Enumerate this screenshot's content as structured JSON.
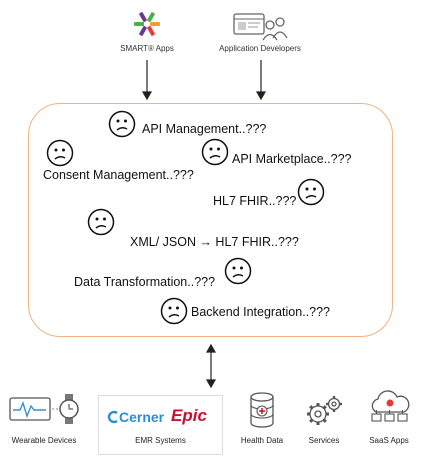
{
  "top": {
    "smart_apps": "SMART® Apps",
    "app_developers": "Application Developers"
  },
  "concerns": {
    "api_management": "API Management..???",
    "consent_management": "Consent Management..???",
    "api_marketplace": "API Marketplace..???",
    "hl7_fhir": "HL7 FHIR..???",
    "xml_json": "XML/ JSON → HL7 FHIR..???",
    "data_transformation": "Data Transformation..???",
    "backend_integration": "Backend Integration..???"
  },
  "bottom": {
    "wearable_devices": "Wearable Devices",
    "cerner": "Cerner",
    "epic": "Epic",
    "emr_systems": "EMR Systems",
    "health_data": "Health Data",
    "services": "Services",
    "saas_apps": "SaaS Apps"
  },
  "colors": {
    "box_border": "#F4B183",
    "cerner": "#2A8FD0",
    "epic": "#C8102E",
    "smart_red": "#E63B2E",
    "smart_purple": "#6A3A8C",
    "smart_green": "#4DAF4A",
    "smart_orange": "#F39C2B",
    "saas_red": "#E53935"
  }
}
